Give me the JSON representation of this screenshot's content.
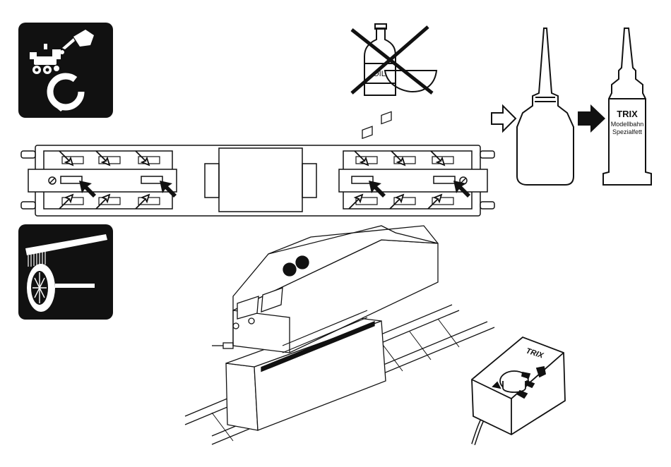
{
  "diagram": {
    "no_oil_icon": {
      "bottle_label": "OIL"
    },
    "oil_bottle": {},
    "grease_tube": {
      "brand": "TRIX",
      "line1": "Modellbahn",
      "line2": "Spezialfett"
    },
    "controller": {
      "brand": "TRIX"
    },
    "icons": [
      "oiling-service-icon",
      "wheel-cleaning-icon",
      "no-oil-icon",
      "arrow-right-outline-icon",
      "arrow-right-filled-icon"
    ],
    "colors": {
      "ink": "#111111",
      "paper": "#ffffff",
      "panel": "#111111"
    }
  }
}
